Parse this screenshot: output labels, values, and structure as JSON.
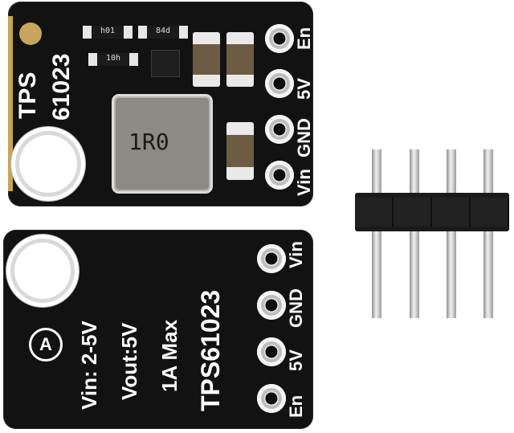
{
  "top_board": {
    "chip_name_line1": "TPS",
    "chip_name_line2": "61023",
    "pins": [
      "En",
      "5V",
      "GND",
      "Vin"
    ],
    "inductor_marking": "1R0",
    "resistor_markings": [
      "h01",
      "84d",
      "10h"
    ]
  },
  "bottom_board": {
    "pins": [
      "Vin",
      "GND",
      "5V",
      "En"
    ],
    "spec_vin": "Vin: 2-5V",
    "spec_vout": "Vout:5V",
    "spec_current": "1A Max",
    "chip_name": "TPS61023",
    "logo_letter": "A"
  },
  "colors": {
    "pcb": "#121212",
    "silkscreen": "#ffffff",
    "gold": "#c8a35c",
    "pin_metal": "#d8d8d8"
  }
}
